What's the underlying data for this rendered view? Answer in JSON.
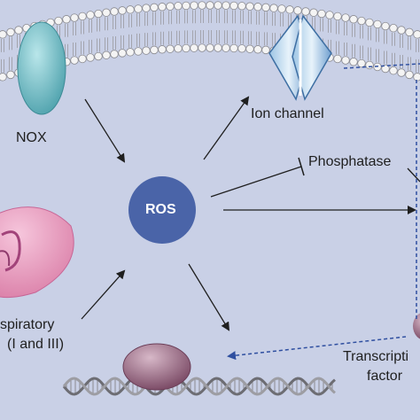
{
  "diagram": {
    "background_color": "#c9d0e6",
    "center_node": {
      "label": "ROS",
      "color": "#4a64a8"
    },
    "labels": {
      "nox": "NOX",
      "ion_channel": "Ion channel",
      "phosphatase": "Phosphatase",
      "respiratory_line1": "spiratory",
      "respiratory_line2": "(I and III)",
      "transcription_line1": "Transcripti",
      "transcription_line2": "factor"
    },
    "icons": {
      "membrane": "lipid-bilayer-icon",
      "nox": "nox-enzyme-icon",
      "ion_channel": "ion-channel-icon",
      "mitochondrion": "mitochondrion-icon",
      "nucleus_protein": "transcription-complex-icon",
      "dna": "dna-helix-icon"
    }
  }
}
